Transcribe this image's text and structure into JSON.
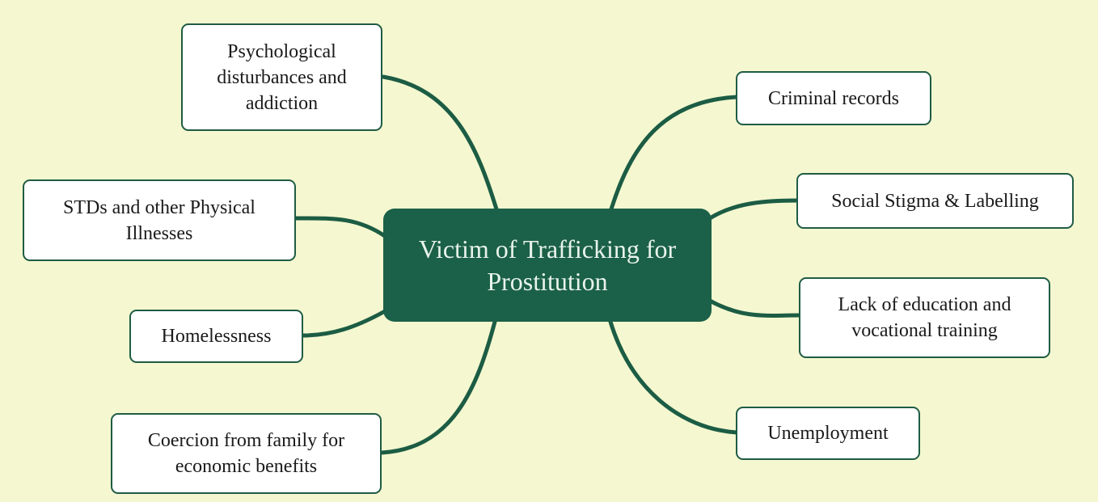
{
  "center": {
    "label": "Victim of Trafficking for Prostitution"
  },
  "nodes": {
    "psychological": "Psychological disturbances and addiction",
    "stds": "STDs and other Physical Illnesses",
    "homelessness": "Homelessness",
    "coercion": "Coercion from family for economic benefits",
    "criminal_records": "Criminal records",
    "social_stigma": "Social Stigma & Labelling",
    "lack_education": "Lack of education and vocational training",
    "unemployment": "Unemployment"
  },
  "colors": {
    "background": "#f4f7cf",
    "center_fill": "#1b6048",
    "center_text": "#e8f3ec",
    "connector": "#1c5c44",
    "node_border": "#1f5c45",
    "node_fill": "#ffffff"
  }
}
